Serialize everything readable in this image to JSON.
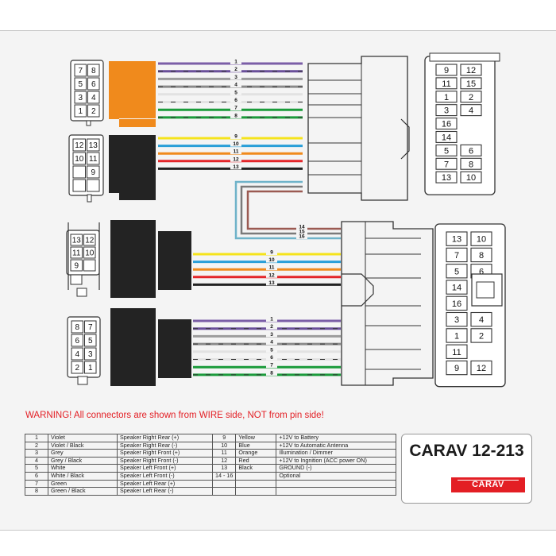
{
  "warning": "WARNING! All connectors are shown from WIRE side, NOT from pin side!",
  "brand": {
    "model": "CARAV 12-213",
    "logo": "CARAV"
  },
  "colors": {
    "violet": "#7b5ea7",
    "violet_black": "#6a4f9a",
    "grey": "#9c9c9c",
    "grey_black": "#8a8a8a",
    "white": "#e2e2e2",
    "white_black": "#e2e2e2",
    "green": "#1a9b3a",
    "green_black": "#1a9b3a",
    "yellow": "#f5e31a",
    "blue": "#2a9fd8",
    "orange": "#f08a1c",
    "red": "#e3262a",
    "black": "#222222",
    "brown": "#9b5a52",
    "light_blue": "#6fb3c9",
    "plug_orange": "#f08a1c",
    "plug_black": "#232323",
    "accent_red": "#e31e24"
  },
  "top_group1_wires": [
    "1",
    "2",
    "3",
    "4",
    "5",
    "6",
    "7",
    "8"
  ],
  "top_group2_wires": [
    "9",
    "10",
    "11",
    "12",
    "13"
  ],
  "bottom_group1_wires": [
    "9",
    "10",
    "11",
    "12",
    "13"
  ],
  "bottom_group2_wires": [
    "1",
    "2",
    "3",
    "4",
    "5",
    "6",
    "7",
    "8"
  ],
  "crossover_wires": [
    "14",
    "15",
    "16"
  ],
  "top_left_plug1_pins": [
    "7",
    "8",
    "5",
    "6",
    "3",
    "4",
    "1",
    "2"
  ],
  "top_left_plug2_pins": [
    "12",
    "13",
    "10",
    "11",
    "",
    "9",
    "",
    ""
  ],
  "bottom_left_plug1_pins": [
    "13",
    "12",
    "11",
    "10",
    "9",
    "",
    ""
  ],
  "bottom_left_plug2_pins": [
    "8",
    "7",
    "6",
    "5",
    "4",
    "3",
    "2",
    "1"
  ],
  "top_right_pins": [
    "9",
    "12",
    "11",
    "15",
    "1",
    "2",
    "3",
    "4",
    "16",
    "",
    "14",
    "",
    "5",
    "6",
    "7",
    "8",
    "13",
    "10"
  ],
  "bottom_right_pins": [
    "13",
    "10",
    "7",
    "8",
    "5",
    "6",
    "14",
    "",
    "16",
    "",
    "3",
    "4",
    "1",
    "2",
    "11",
    "",
    "9",
    "12"
  ],
  "legend": [
    {
      "num": "1",
      "color": "Violet",
      "fn": "Speaker Right Rear (+)",
      "num2": "9",
      "color2": "Yellow",
      "fn2": "+12V to Battery"
    },
    {
      "num": "2",
      "color": "Violet / Black",
      "fn": "Speaker Right Rear (-)",
      "num2": "10",
      "color2": "Blue",
      "fn2": "+12V to Automatic Antenna"
    },
    {
      "num": "3",
      "color": "Grey",
      "fn": "Speaker Right Front (+)",
      "num2": "11",
      "color2": "Orange",
      "fn2": "Illumination / Dimmer"
    },
    {
      "num": "4",
      "color": "Grey / Black",
      "fn": "Speaker Right Front (-)",
      "num2": "12",
      "color2": "Red",
      "fn2": "+12V to Ingnition (ACC power ON)"
    },
    {
      "num": "5",
      "color": "White",
      "fn": "Speaker Left Front (+)",
      "num2": "13",
      "color2": "Black",
      "fn2": "GROUND (-)"
    },
    {
      "num": "6",
      "color": "White / Black",
      "fn": "Speaker Left Front (-)",
      "num2": "14 - 16",
      "color2": "",
      "fn2": "Optional"
    },
    {
      "num": "7",
      "color": "Green",
      "fn": "Speaker Left Rear (+)",
      "num2": "",
      "color2": "",
      "fn2": ""
    },
    {
      "num": "8",
      "color": "Green / Black",
      "fn": "Speaker Left Rear (-)",
      "num2": "",
      "color2": "",
      "fn2": ""
    }
  ]
}
